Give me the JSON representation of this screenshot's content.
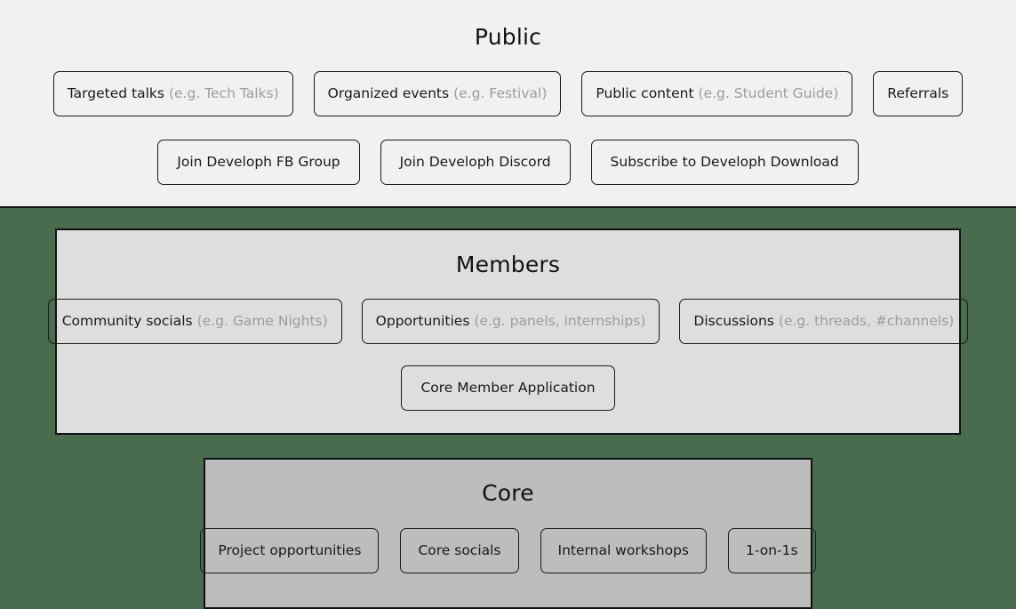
{
  "diagram": {
    "background_color": "#4a6c4e",
    "tiers": [
      {
        "id": "public",
        "title": "Public",
        "background_color": "#f1f1f1",
        "rows": [
          {
            "id": "public-row-1",
            "chips": [
              {
                "main": "Targeted talks",
                "hint": "(e.g. Tech Talks)"
              },
              {
                "main": "Organized events",
                "hint": "(e.g. Festival)"
              },
              {
                "main": "Public content",
                "hint": "(e.g. Student Guide)"
              },
              {
                "main": "Referrals",
                "hint": ""
              }
            ]
          },
          {
            "id": "public-row-2",
            "chips": [
              {
                "main": "Join Developh FB Group",
                "hint": ""
              },
              {
                "main": "Join Developh Discord",
                "hint": ""
              },
              {
                "main": "Subscribe to Developh Download",
                "hint": ""
              }
            ]
          }
        ]
      },
      {
        "id": "members",
        "title": "Members",
        "background_color": "#dedede",
        "rows": [
          {
            "id": "members-row-1",
            "chips": [
              {
                "main": "Community socials",
                "hint": "(e.g. Game Nights)"
              },
              {
                "main": "Opportunities",
                "hint": "(e.g. panels, internships)"
              },
              {
                "main": "Discussions",
                "hint": "(e.g. threads, #channels)"
              }
            ]
          },
          {
            "id": "members-row-2",
            "chips": [
              {
                "main": "Core Member Application",
                "hint": ""
              }
            ]
          }
        ]
      },
      {
        "id": "core",
        "title": "Core",
        "background_color": "#bdbdbd",
        "rows": [
          {
            "id": "core-row-1",
            "chips": [
              {
                "main": "Project opportunities",
                "hint": ""
              },
              {
                "main": "Core socials",
                "hint": ""
              },
              {
                "main": "Internal workshops",
                "hint": ""
              },
              {
                "main": "1-on-1s",
                "hint": ""
              }
            ]
          }
        ]
      }
    ]
  }
}
